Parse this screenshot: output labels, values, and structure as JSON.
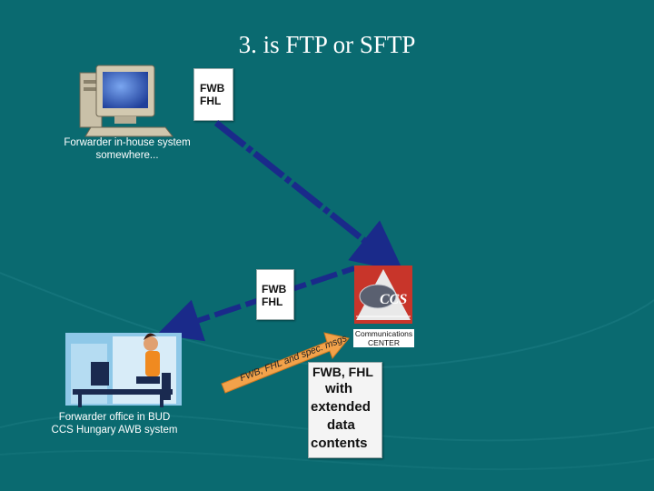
{
  "title": "3. is FTP or SFTP",
  "inhouse_caption_line1": "Forwarder in-house system",
  "inhouse_caption_line2": "somewhere...",
  "doc_top": {
    "line1": "FWB",
    "line2": "FHL"
  },
  "doc_middle": {
    "line1": "FWB",
    "line2": "FHL"
  },
  "ccs_label_line1": "Communications",
  "ccs_label_line2": "CENTER",
  "ccs_logo_text": "CCS",
  "arrow_text": "FWB, FHL and spec. msgs",
  "doc_extended": {
    "line1": "FWB, FHL",
    "line2": "with",
    "line3": "extended",
    "line4": "data",
    "line5": "contents"
  },
  "bud_caption_line1": "Forwarder office in BUD",
  "bud_caption_line2": "CCS Hungary AWB system",
  "colors": {
    "background": "#0a6a70",
    "arrow": "#1a2a8a",
    "ccs_red": "#c8352a",
    "orange_arrow": "#e8892a"
  }
}
